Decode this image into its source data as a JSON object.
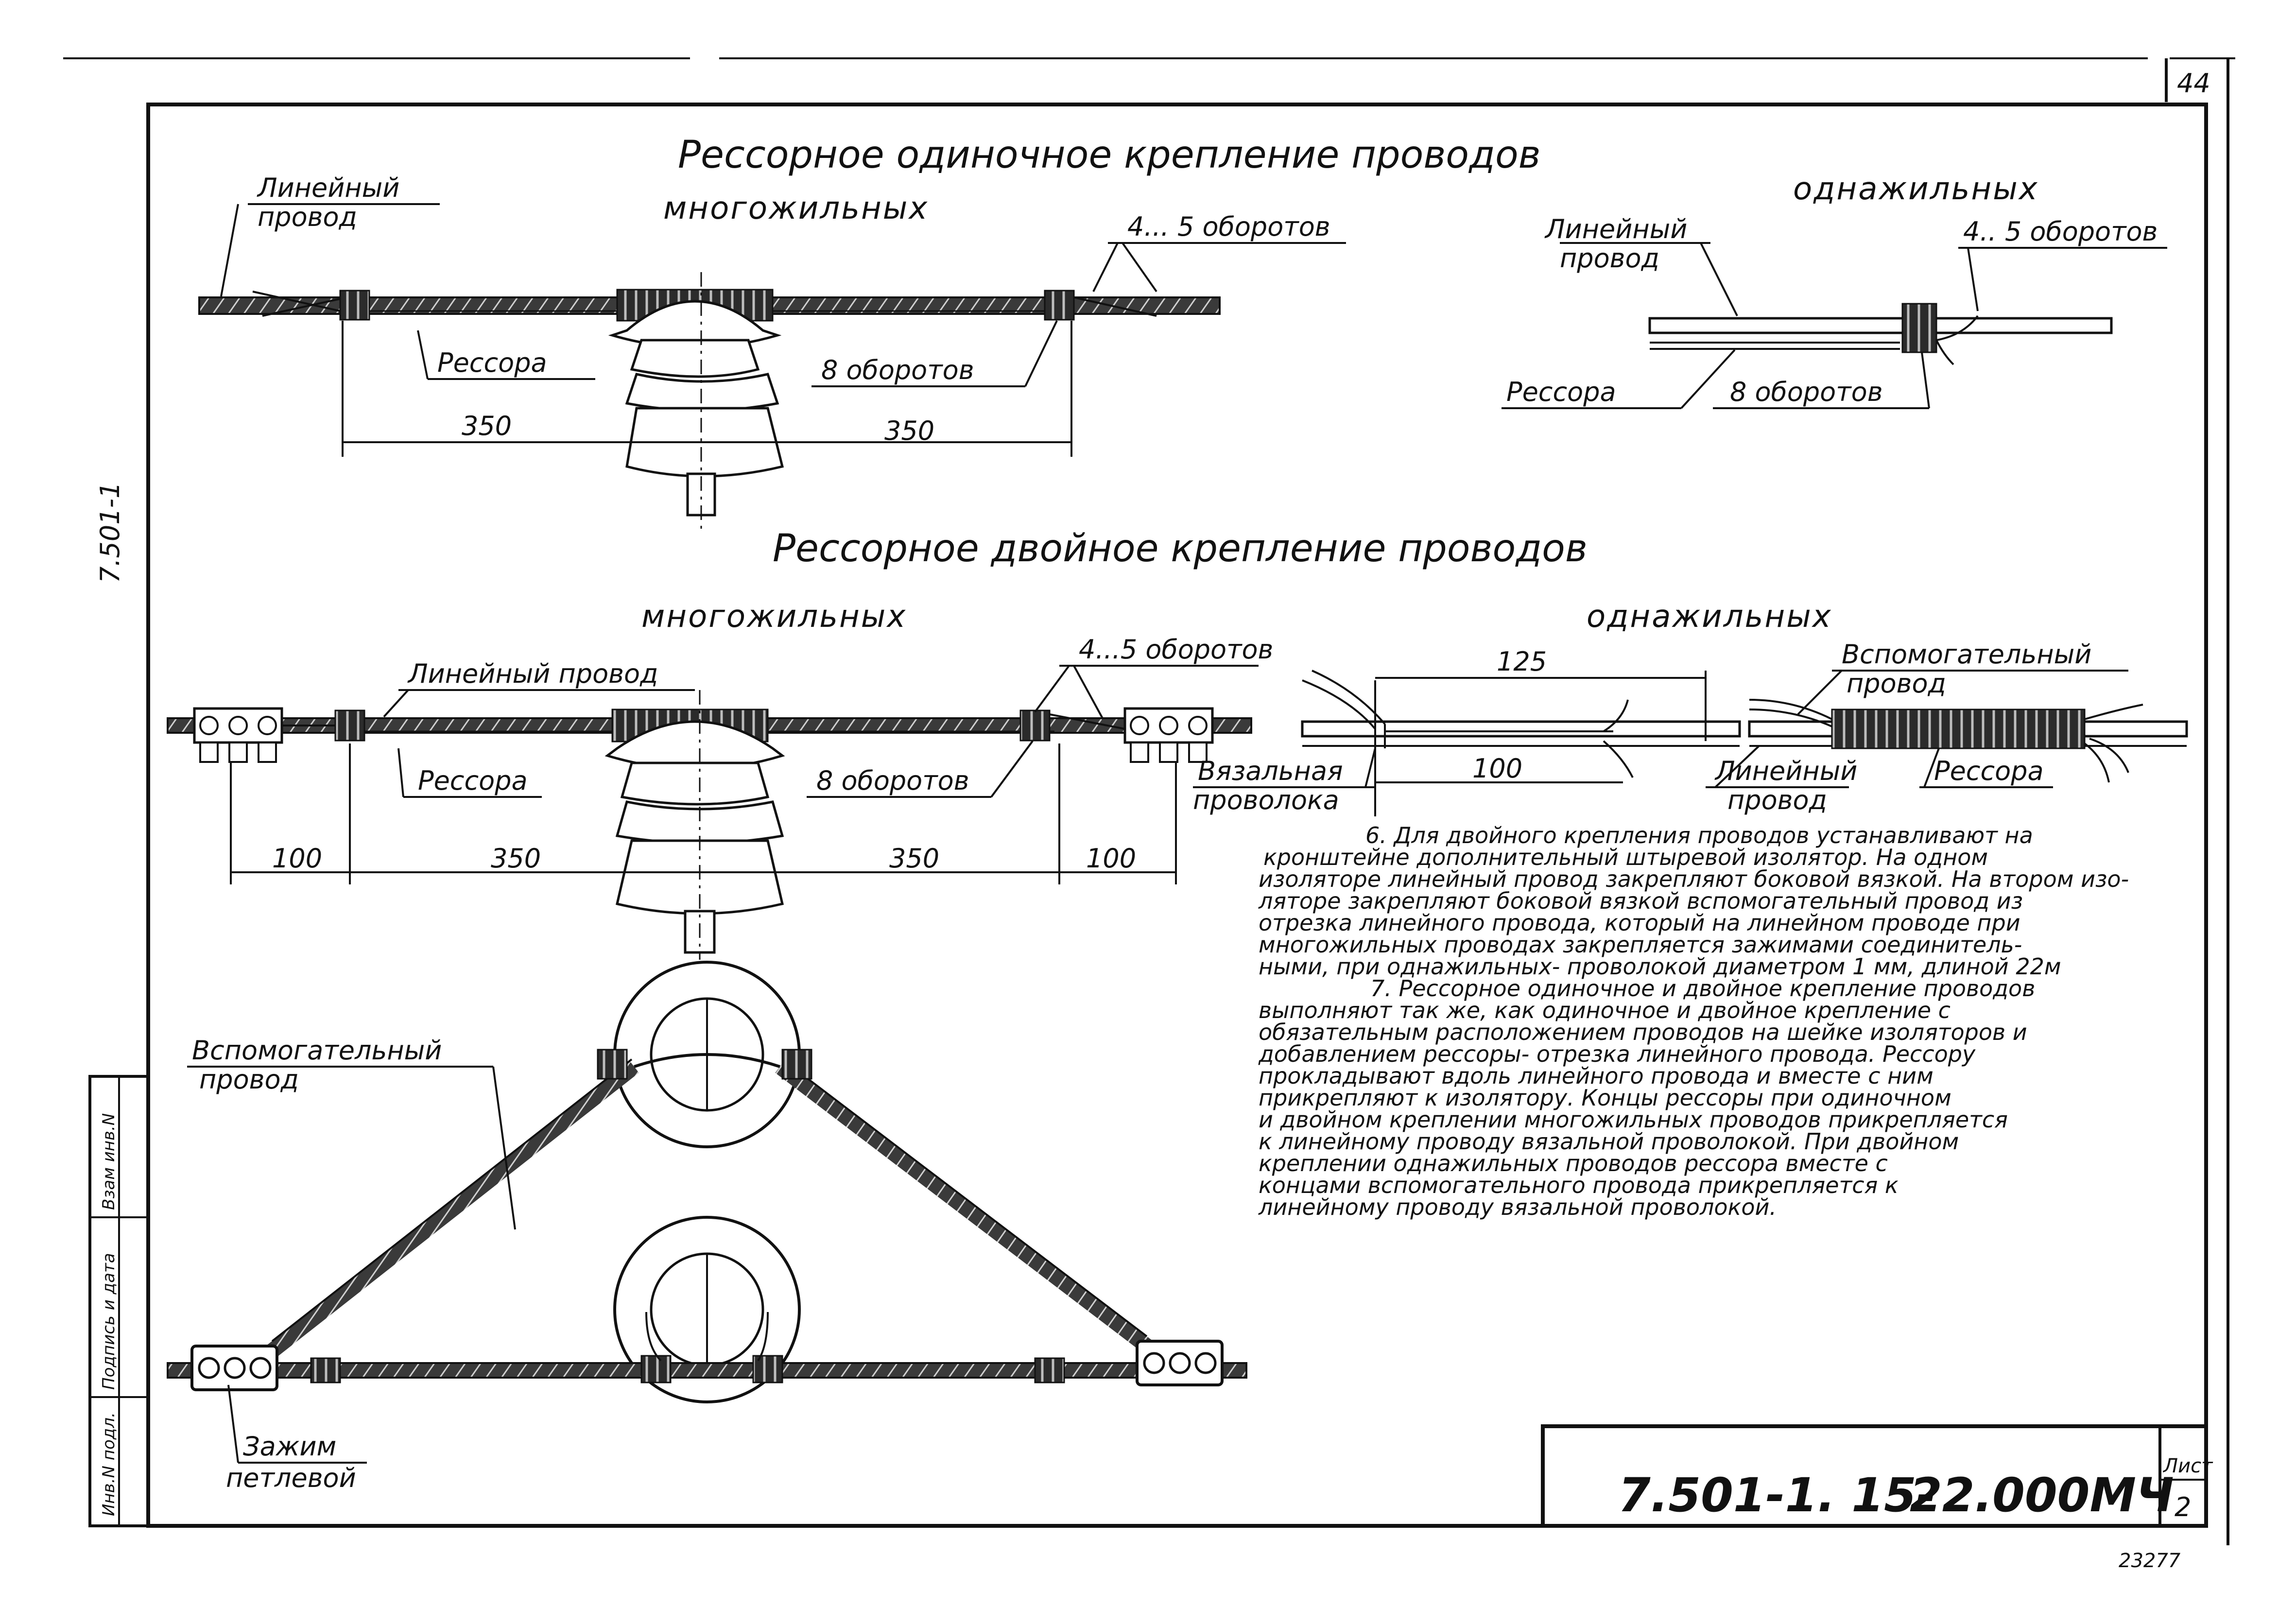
{
  "page_number": "44",
  "side_code": "7.501-1",
  "corner_code": "23277",
  "section1": {
    "title": "Рессорное  одиночное крепление проводов",
    "multi_heading": "многожильных",
    "single_heading": "однажильных",
    "multi": {
      "line_wire_label_1": "Линейный",
      "line_wire_label_2": "провод",
      "turns_label": "4... 5 оборотов",
      "spring_label": "Рессора",
      "eight_turns_label": "8 оборотов",
      "dim_left": "350",
      "dim_right": "350"
    },
    "single": {
      "line_wire_label_1": "Линейный",
      "line_wire_label_2": "провод",
      "turns_label": "4.. 5 оборотов",
      "spring_label": "Рессора",
      "eight_turns_label": "8 оборотов"
    }
  },
  "section2": {
    "title": "Рессорное двойное крепление   проводов",
    "multi_heading": "многожильных",
    "single_heading": "однажильных",
    "multi": {
      "line_wire_label": "Линейный провод",
      "turns_label": "4...5 оборотов",
      "spring_label": "Рессора",
      "eight_turns_label": "8 оборотов",
      "dims": [
        "100",
        "350",
        "350",
        "100"
      ]
    },
    "single": {
      "dim_top": "125",
      "dim_bottom": "100",
      "aux_wire_label_1": "Вспомогательный",
      "aux_wire_label_2": "провод",
      "tie_wire_label_1": "Вязальная",
      "tie_wire_label_2": "проволока",
      "line_wire_label_1": "Линейный",
      "line_wire_label_2": "провод",
      "spring_label": "Рессора"
    }
  },
  "plan_view": {
    "aux_wire_label_1": "Вспомогательный",
    "aux_wire_label_2": "провод",
    "clamp_label_1": "Зажим",
    "clamp_label_2": "петлевой"
  },
  "notes": [
    "6. Для двойного крепления проводов устанавливают на",
    "кронштейне дополнительный штыревой изолятор. На одном",
    "изоляторе линейный провод закрепляют боковой вязкой. На втором изо-",
    "ляторе закрепляют боковой вязкой вспомогательный провод из",
    "отрезка линейного провода, который на линейном проводе при",
    "многожильных проводах закрепляется зажимами соединитель-",
    "ными, при однажильных- проволокой диаметром 1 мм, длиной 22м",
    "7. Рессорное одиночное и двойное крепление проводов",
    "выполняют так же, как одиночное и двойное крепление с",
    "обязательным расположением проводов на шейке изоляторов и",
    "добавлением рессоры- отрезка линейного провода. Рессору",
    "прокладывают вдоль линейного провода и вместе с ним",
    "прикрепляют к изолятору. Концы рессоры при одиночном",
    "и двойном креплении многожильных проводов прикрепляется",
    "к линейному проводу вязальной проволокой. При двойном",
    "креплении однажильных проводов рессора вместе с",
    "концами вспомогательного провода прикрепляется к",
    "линейному проводу вязальной проволокой."
  ],
  "stamp": {
    "doc_code": "7.501-1. 15-",
    "doc_code2": "22.000МЧ",
    "sheet_label": "Лист",
    "sheet_number": "2"
  },
  "side_strip": {
    "cells": [
      "Инв.N подл.",
      "Подпись и дата",
      "Взам инв.N"
    ]
  }
}
